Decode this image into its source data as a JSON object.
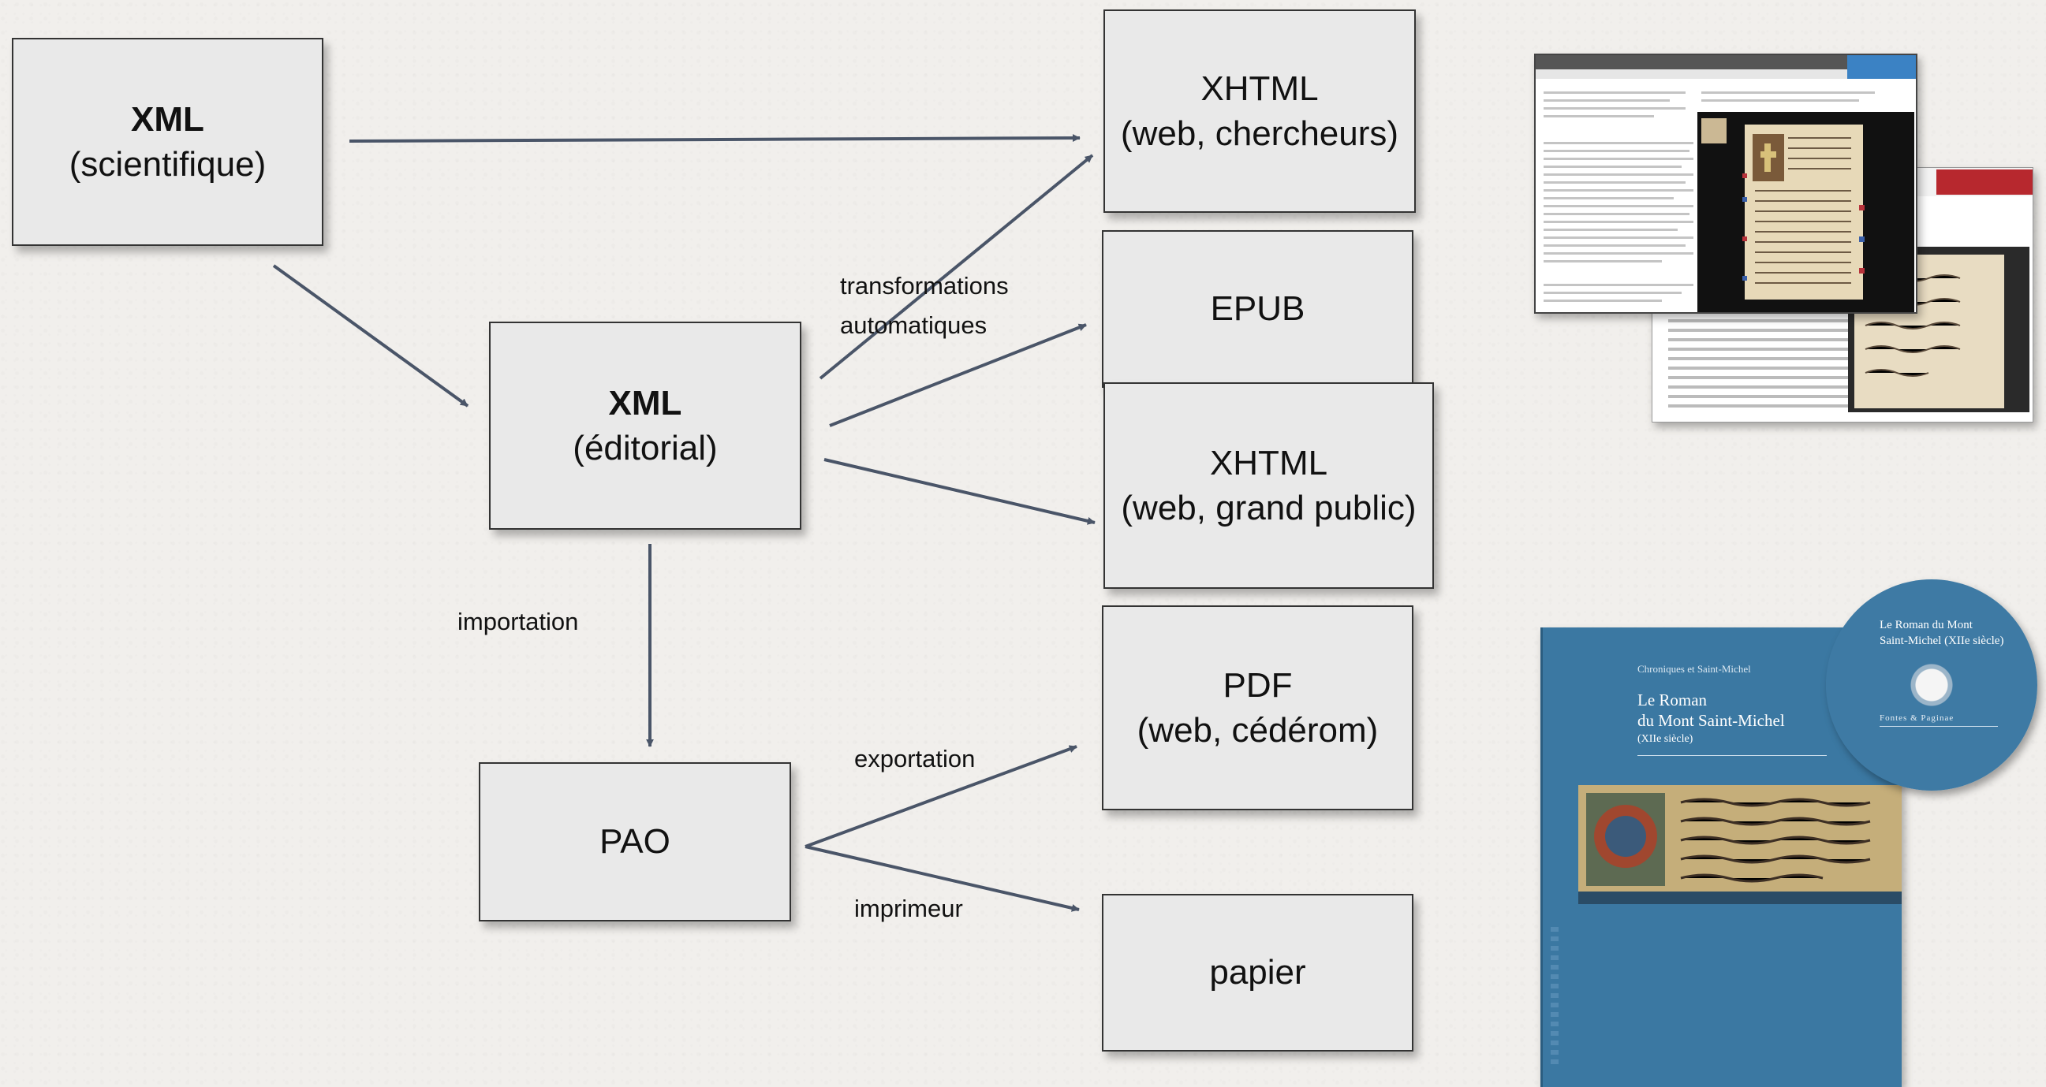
{
  "nodes": {
    "xml_sci": {
      "line1": "XML",
      "line2": "(scientifique)"
    },
    "xml_edit": {
      "line1": "XML",
      "line2": "(éditorial)"
    },
    "pao": {
      "line1": "PAO"
    },
    "xhtml_research": {
      "line1": "XHTML",
      "line2": "(web, chercheurs)"
    },
    "epub": {
      "line1": "EPUB"
    },
    "xhtml_public": {
      "line1": "XHTML",
      "line2": "(web, grand public)"
    },
    "pdf": {
      "line1": "PDF",
      "line2": "(web, cédérom)"
    },
    "paper": {
      "line1": "papier"
    }
  },
  "edge_labels": {
    "transformations_1": "transformations",
    "transformations_2": "automatiques",
    "importation": "importation",
    "exportation": "exportation",
    "imprimeur": "imprimeur"
  },
  "book_cover": {
    "series": "Chroniques et Saint-Michel",
    "title_line1": "Le Roman",
    "title_line2": "du Mont Saint-Michel",
    "title_line3": "(XIIe siècle)"
  },
  "cd_label": {
    "title_line1": "Le Roman du Mont",
    "title_line2": "Saint-Michel (XIIe siècle)",
    "footer": "Fontes & Paginae"
  },
  "colors": {
    "arrow": "#4a5568",
    "box_fill": "#e9e9e9",
    "book_blue": "#3b78a2"
  }
}
